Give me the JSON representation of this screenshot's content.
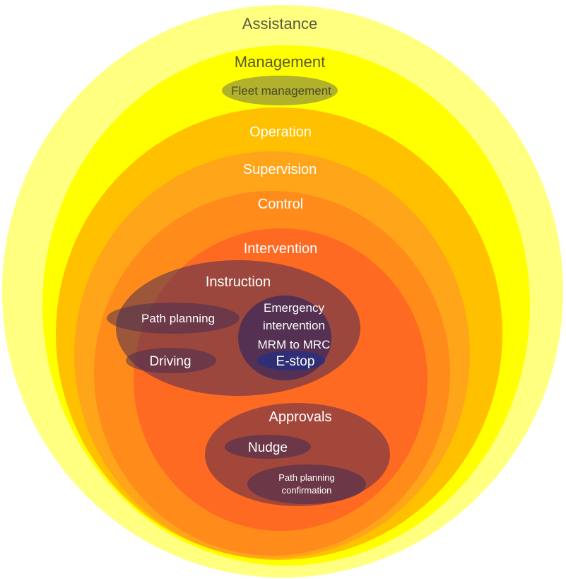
{
  "layers": {
    "assistance": {
      "label": "Assistance",
      "color": "#FFFF80"
    },
    "management": {
      "label": "Management",
      "color": "#FFFF00"
    },
    "operation": {
      "label": "Operation",
      "color": "#FFC000"
    },
    "supervision": {
      "label": "Supervision",
      "color": "#FFA500"
    },
    "control": {
      "label": "Control",
      "color": "#FF8C1A"
    },
    "intervention": {
      "label": "Intervention",
      "color": "#FF6A1F"
    }
  },
  "groups": {
    "fleet_management": {
      "label": "Fleet management",
      "color": "#A8A830"
    },
    "instruction": {
      "label": "Instruction",
      "color": "#6E3A4E"
    },
    "emergency_intervention": {
      "label_line1": "Emergency",
      "label_line2": "intervention",
      "color": "#4B2E5A"
    },
    "mrm_to_mrc": {
      "label": "MRM to MRC"
    },
    "e_stop": {
      "label": "E-stop",
      "color": "#2B2F6E"
    },
    "path_planning": {
      "label": "Path planning"
    },
    "driving": {
      "label": "Driving"
    },
    "approvals": {
      "label": "Approvals",
      "color": "#7A3A4A"
    },
    "nudge": {
      "label": "Nudge"
    },
    "path_planning_confirmation": {
      "label_line1": "Path planning",
      "label_line2": "confirmation"
    }
  }
}
